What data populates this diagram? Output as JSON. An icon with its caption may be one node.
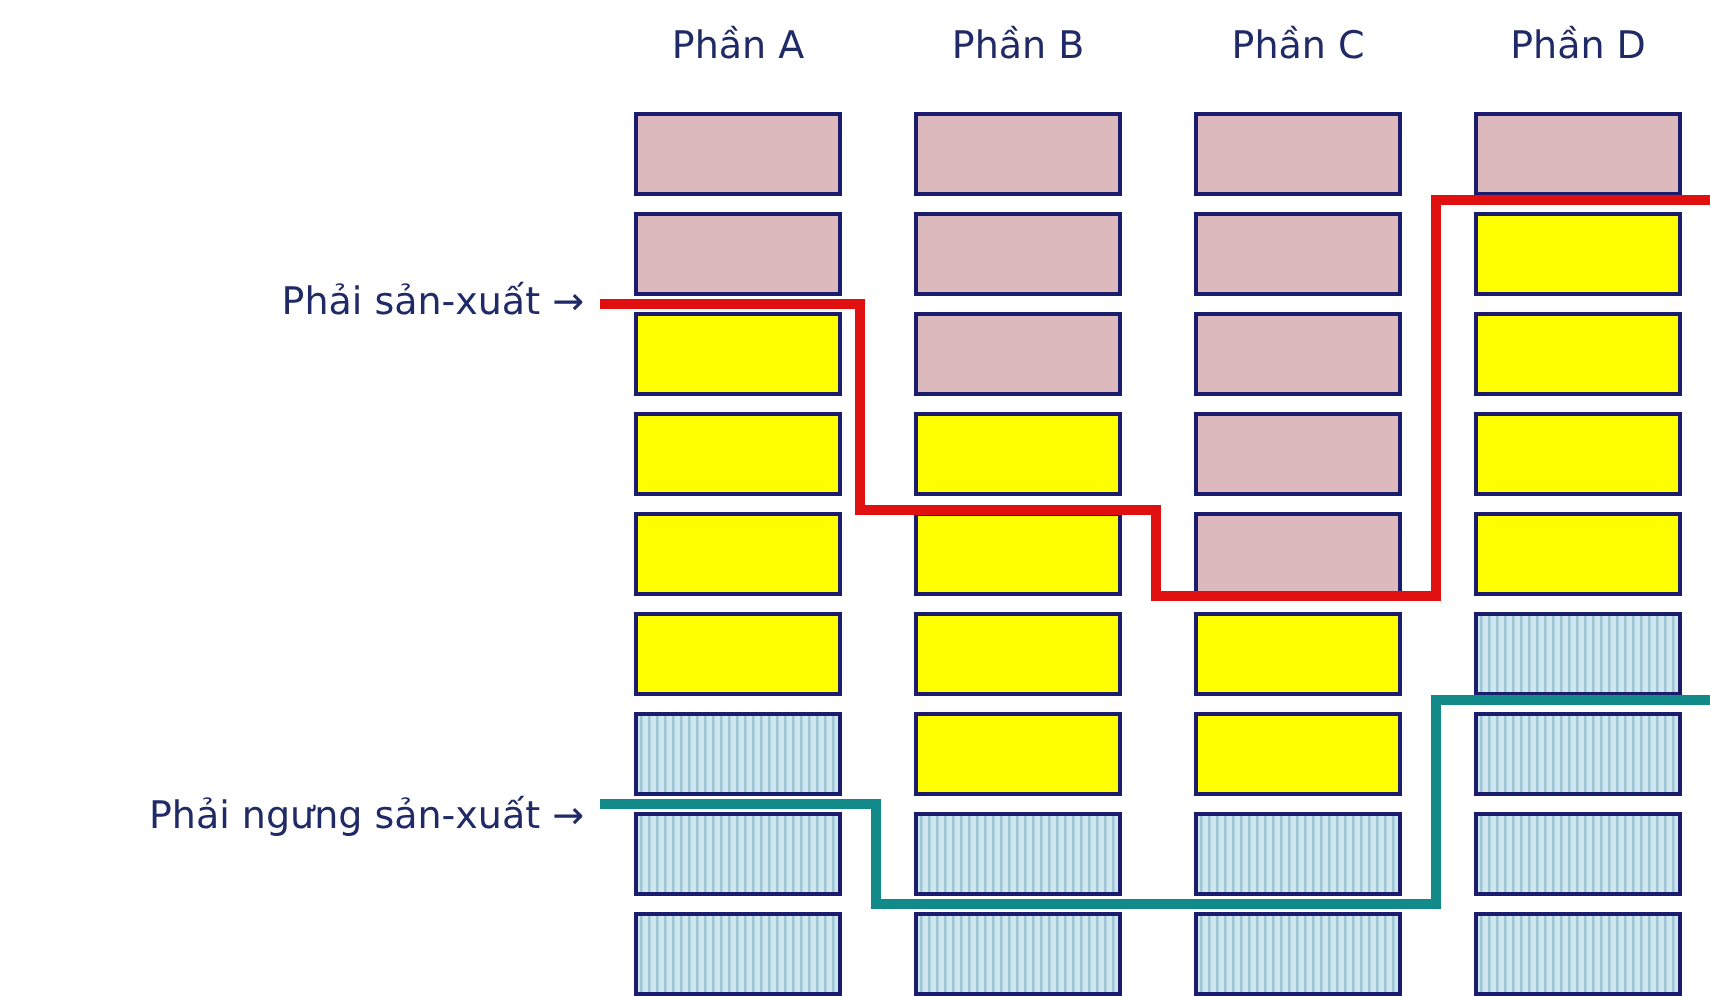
{
  "diagram": {
    "labels": [
      "Phần A",
      "Phần B",
      "Phần C",
      "Phần D",
      "Phải sản-xuất →",
      "Phải ngưng sản-xuất →"
    ]
  }
}
